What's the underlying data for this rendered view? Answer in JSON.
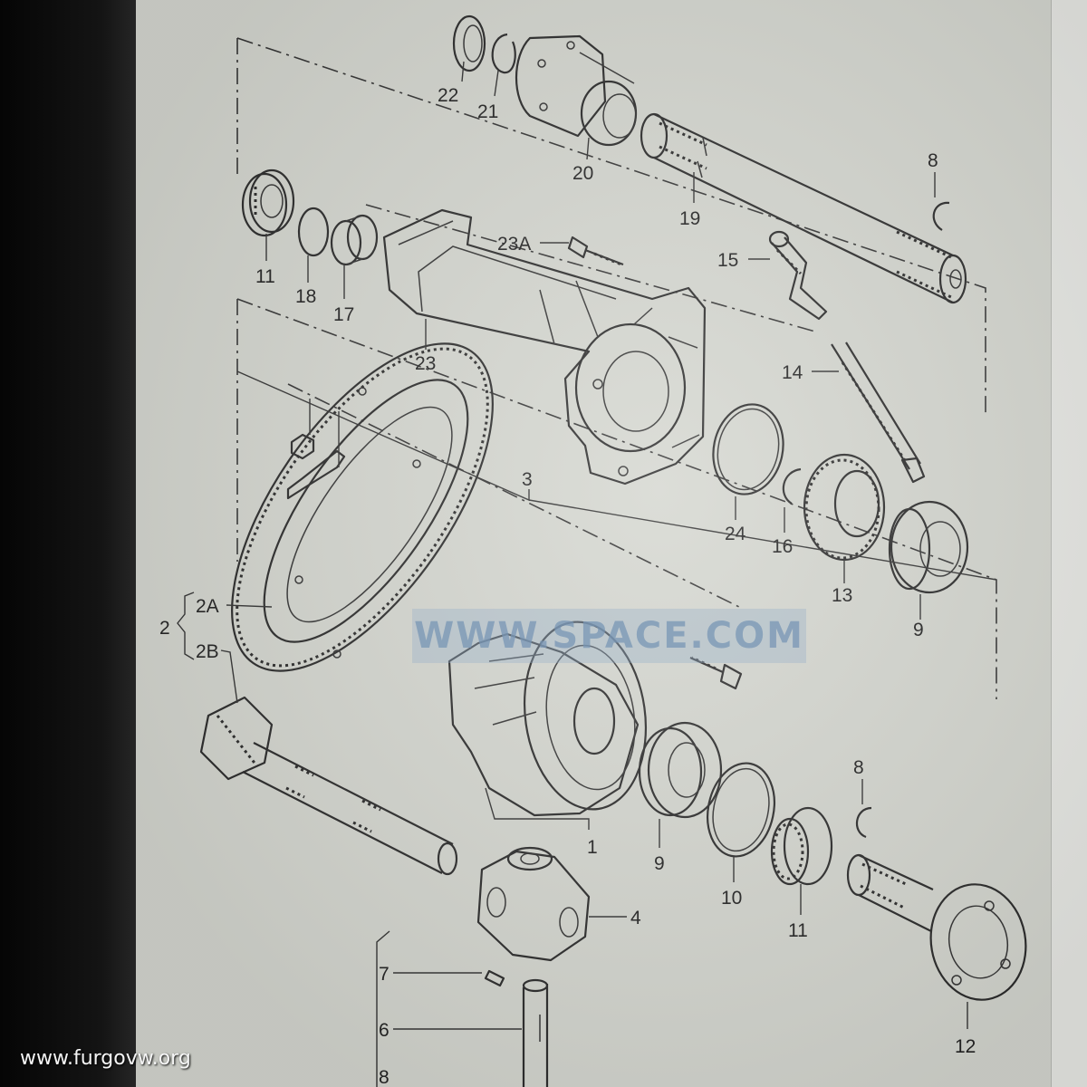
{
  "site_url": "www.furgovw.org",
  "watermark": "WWW.SPACE.COM",
  "callouts": {
    "c22": "22",
    "c21": "21",
    "c20": "20",
    "c19": "19",
    "c8_top": "8",
    "c11_top": "11",
    "c18": "18",
    "c17": "17",
    "c23A": "23A",
    "c15": "15",
    "c23": "23",
    "c14": "14",
    "c3": "3",
    "c24": "24",
    "c16": "16",
    "c13": "13",
    "c9_top": "9",
    "c2": "2",
    "c2A": "2A",
    "c2B": "2B",
    "c1": "1",
    "c9_bottom": "9",
    "c10": "10",
    "c11_bottom": "11",
    "c8_bottom": "8",
    "c12": "12",
    "c4": "4",
    "c7": "7",
    "c6": "6",
    "c8_lower": "8"
  },
  "colors": {
    "paper": "#d4d6cf",
    "ink": "#2a2a2a",
    "watermark": "#96afc8",
    "bezel": "#0a0a0a"
  }
}
